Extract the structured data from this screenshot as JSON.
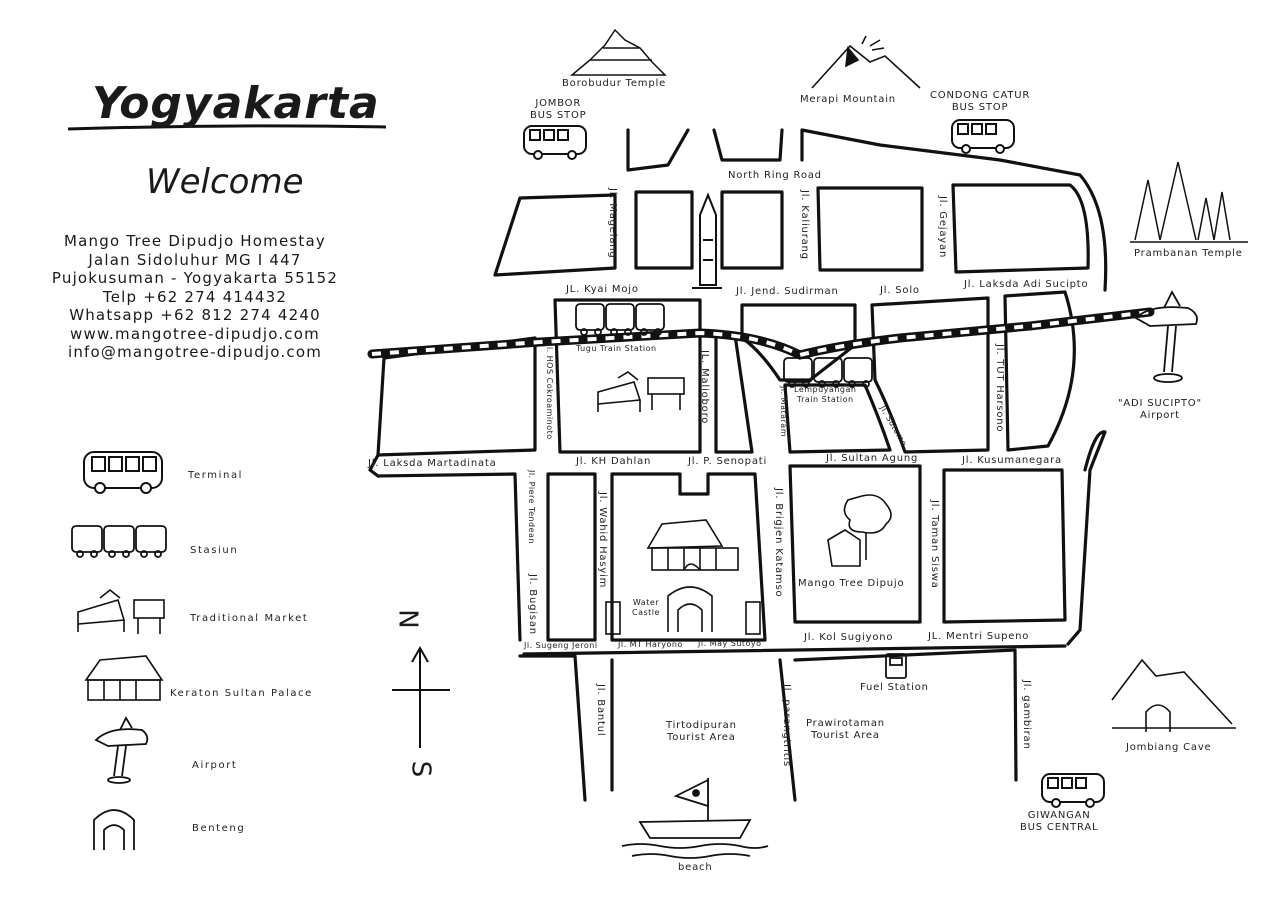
{
  "title": "Yogyakarta",
  "welcome": "Welcome",
  "contact": {
    "lines": [
      "Mango Tree Dipudjo Homestay",
      "Jalan Sidoluhur MG I 447",
      "Pujokusuman - Yogyakarta 55152",
      "Telp +62 274 414432",
      "Whatsapp +62 812 274 4240",
      "www.mangotree-dipudjo.com",
      "info@mangotree-dipudjo.com"
    ]
  },
  "legend": {
    "items": [
      {
        "icon": "bus-icon",
        "label": "Terminal"
      },
      {
        "icon": "train-icon",
        "label": "Stasiun"
      },
      {
        "icon": "market-icon",
        "label": "Traditional Market"
      },
      {
        "icon": "palace-icon",
        "label": "Keraton Sultan Palace"
      },
      {
        "icon": "airplane-icon",
        "label": "Airport"
      },
      {
        "icon": "gate-icon",
        "label": "Benteng"
      }
    ]
  },
  "compass": {
    "north": "N",
    "south": "S"
  },
  "landmarks": {
    "borobudur": "Borobudur Temple",
    "merapi": "Merapi Mountain",
    "prambanan": "Prambanan Temple",
    "jombor_line1": "JOMBOR",
    "jombor_line2": "BUS STOP",
    "condong_line1": "CONDONG CATUR",
    "condong_line2": "BUS STOP",
    "tugu": "Tugu Train Station",
    "lempuyangan_line1": "Lempuyangan",
    "lempuyangan_line2": "Train Station",
    "airport_line1": "\"ADI SUCIPTO\"",
    "airport_line2": "Airport",
    "water_castle_line1": "Water",
    "water_castle_line2": "Castle",
    "mango_tree": "Mango Tree Dipujo",
    "fuel": "Fuel Station",
    "tirtodipuran_line1": "Tirtodipuran",
    "tirtodipuran_line2": "Tourist Area",
    "prawirotaman_line1": "Prawirotaman",
    "prawirotaman_line2": "Tourist Area",
    "jombiang": "Jombiang Cave",
    "giwangan_line1": "GIWANGAN",
    "giwangan_line2": "BUS CENTRAL",
    "beach": "beach"
  },
  "streets": {
    "north_ring": "North Ring Road",
    "magelang": "Jl. Magelang",
    "kaliurang": "Jl. Kaliurang",
    "gejayan": "Jl. Gejayan",
    "kyai_mojo": "JL. Kyai Mojo",
    "sudirman": "Jl. Jend. Sudirman",
    "solo": "Jl. Solo",
    "laksda_adisucipto": "Jl. Laksda Adi Sucipto",
    "hos": "Jl. HOS Cokroaminoto",
    "malioboro": "JL. Malioboro",
    "mataram": "Jl. Mataram",
    "sutomo": "Jl. Sutomo",
    "tut_harsono": "Jl. TUT Harsono",
    "laksda_martadinata": "Jl. Laksda Martadinata",
    "kh_dahlan": "Jl. KH Dahlan",
    "senopati": "Jl. P. Senopati",
    "sultan_agung": "Jl. Sultan Agung",
    "kusumanegara": "Jl. Kusumanegara",
    "pierre": "Jl. Piere Tendean",
    "wahid": "Jl. Wahid Hasyim",
    "brigjen": "Jl. Brigjen Katamso",
    "taman_siswa": "Jl. Taman Siswa",
    "bugisan": "Jl. Bugisan",
    "sugeng": "Jl. Sugeng Jeroni",
    "mt_haryono": "Jl. MT Haryono",
    "may_sutoyo": "Jl. May Sutoyo",
    "kol_sugiyono": "Jl. Kol Sugiyono",
    "mentri": "JL. Mentri Supeno",
    "bantul": "Jl. Bantul",
    "parangtritis": "Jl. parangtritis",
    "gambiran": "Jl. gambiran"
  }
}
